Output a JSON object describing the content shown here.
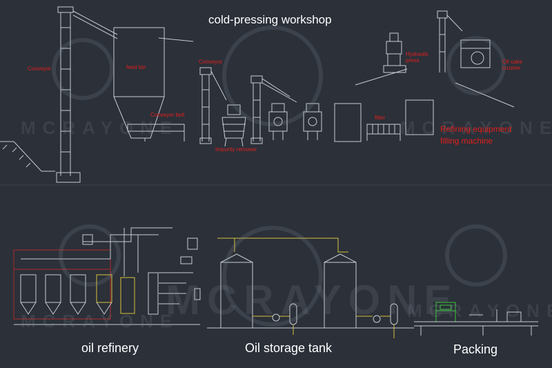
{
  "titles": {
    "workshop": "cold-pressing workshop",
    "refinery": "oil refinery",
    "storage": "Oil storage tank",
    "packing": "Packing"
  },
  "labels": {
    "conveyor_left": "Conveyor",
    "feed_bin": "feed bin",
    "conveyor_mid": "Conveyor",
    "conveyor_belt": "Conveyor belt",
    "impurity_remover": "Impurity remover",
    "hydraulic_press": "Hydraulic press",
    "oil_cake_crusher": "Oil cake crusher",
    "filter": "filter",
    "refining_equipment": "Refining equipment",
    "filling_machine": "filling machine"
  },
  "watermark": {
    "text": "MCRAYONE"
  },
  "colors": {
    "background": "#2b3039",
    "line": "#c8ccd2",
    "label_red": "#e0201c",
    "pipe_yellow": "#d7c23a",
    "machine_green": "#38c93a",
    "title_white": "#ffffff"
  }
}
